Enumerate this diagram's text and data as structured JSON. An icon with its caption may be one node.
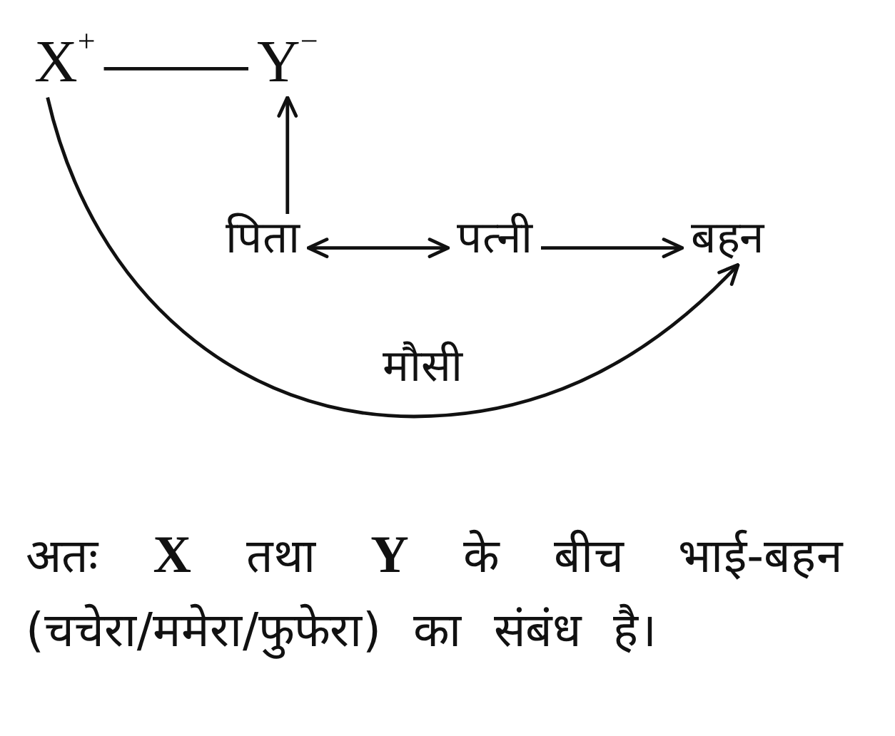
{
  "diagram": {
    "nodes": [
      {
        "text": [
          "X$^{+}$"
        ]
      },
      {
        "text": [
          "Y$^{−}$"
        ]
      },
      {
        "text": [
          "पिता"
        ]
      },
      {
        "text": [
          "पत्नी"
        ]
      },
      {
        "text": [
          "बहन"
        ]
      }
    ],
    "edges": [
      {
        "from": 0,
        "to": 1,
        "arrow": "none"
      },
      {
        "from": 2,
        "to": 1,
        "arrow": "to"
      },
      {
        "from": 2,
        "to": 3,
        "arrow": "both"
      },
      {
        "from": 3,
        "to": 4,
        "arrow": "to"
      },
      {
        "from": 0,
        "to": 4,
        "arrow": "to",
        "label": "मौसी"
      }
    ],
    "caption": "अतः **X** तथा **Y** के बीच भाई-बहन (चचेरा/ममेरा/फुफेरा) का संबंध है।"
  }
}
